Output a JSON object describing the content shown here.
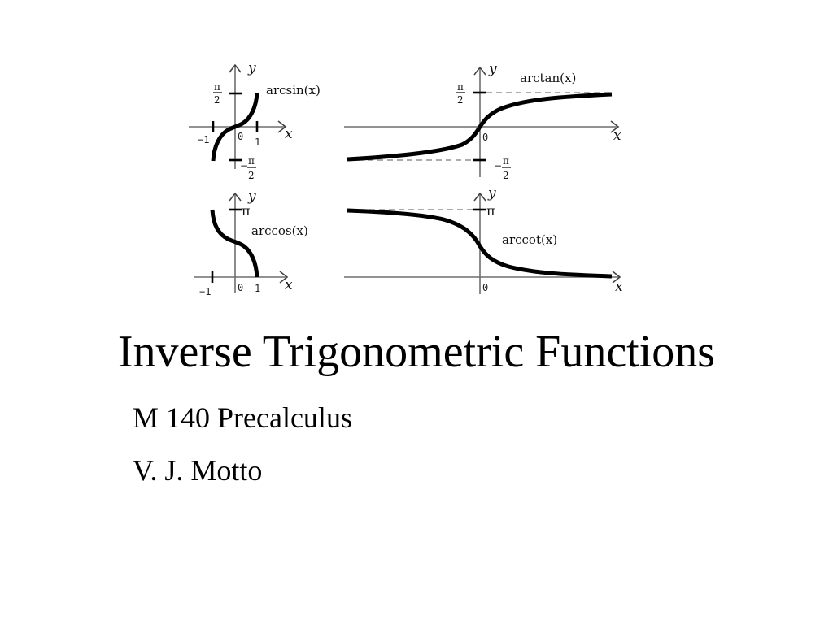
{
  "slide": {
    "title": "Inverse Trigonometric Functions",
    "subtitle_lines": [
      "M 140 Precalculus",
      "V. J. Motto"
    ]
  },
  "figure": {
    "axis_labels": {
      "x": "x",
      "y": "y"
    },
    "panels": [
      {
        "id": "arcsin",
        "function_label": "arcsin(x)",
        "x_ticks": [
          "−1",
          "0",
          "1"
        ],
        "y_ticks": [
          "π/2",
          "−π/2"
        ],
        "domain": [
          -1,
          1
        ],
        "range": [
          "−π/2",
          "π/2"
        ]
      },
      {
        "id": "arctan",
        "function_label": "arctan(x)",
        "x_ticks": [
          "0"
        ],
        "y_ticks": [
          "π/2",
          "−π/2"
        ],
        "asymptotes": [
          "π/2",
          "−π/2"
        ]
      },
      {
        "id": "arccos",
        "function_label": "arccos(x)",
        "x_ticks": [
          "−1",
          "0",
          "1"
        ],
        "y_ticks": [
          "π"
        ],
        "domain": [
          -1,
          1
        ],
        "range": [
          "0",
          "π"
        ]
      },
      {
        "id": "arccot",
        "function_label": "arccot(x)",
        "x_ticks": [
          "0"
        ],
        "y_ticks": [
          "π"
        ],
        "asymptotes": [
          "π",
          "0"
        ]
      }
    ],
    "glyphs": {
      "pi": "π",
      "two": "2",
      "minus": "−"
    }
  }
}
